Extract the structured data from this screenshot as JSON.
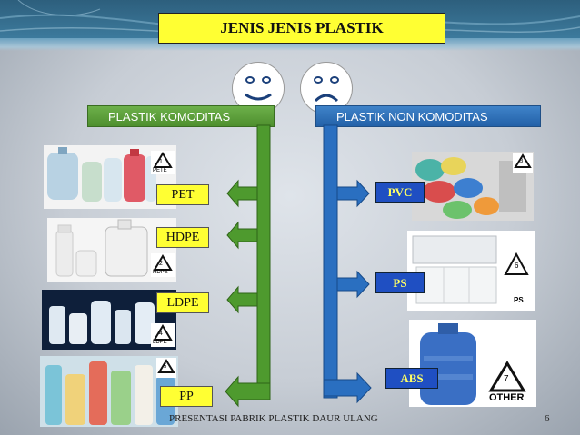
{
  "title": "JENIS JENIS PLASTIK",
  "categories": {
    "left": "PLASTIK  KOMODITAS",
    "right": "PLASTIK  NON KOMODITAS"
  },
  "left_types": [
    "PET",
    "HDPE",
    "LDPE",
    "PP"
  ],
  "right_types": [
    "PVC",
    "PS",
    "ABS"
  ],
  "recycle_codes": {
    "pete": {
      "num": "1",
      "text": "PETE"
    },
    "hdpe": {
      "num": "2",
      "text": "HDPE"
    },
    "ldpe": {
      "num": "4",
      "text": "LDPE"
    },
    "pp": {
      "num": "5",
      "text": ""
    },
    "pvc": {
      "num": "3",
      "text": ""
    },
    "ps": {
      "num": "6",
      "text": "PS"
    },
    "other": {
      "num": "7",
      "text": "OTHER"
    }
  },
  "footer": "PRESENTASI PABRIK PLASTIK DAUR ULANG",
  "page_number": "6",
  "colors": {
    "green": "#4e9a2e",
    "blue": "#2a6fc0",
    "yellow": "#ffff33"
  }
}
